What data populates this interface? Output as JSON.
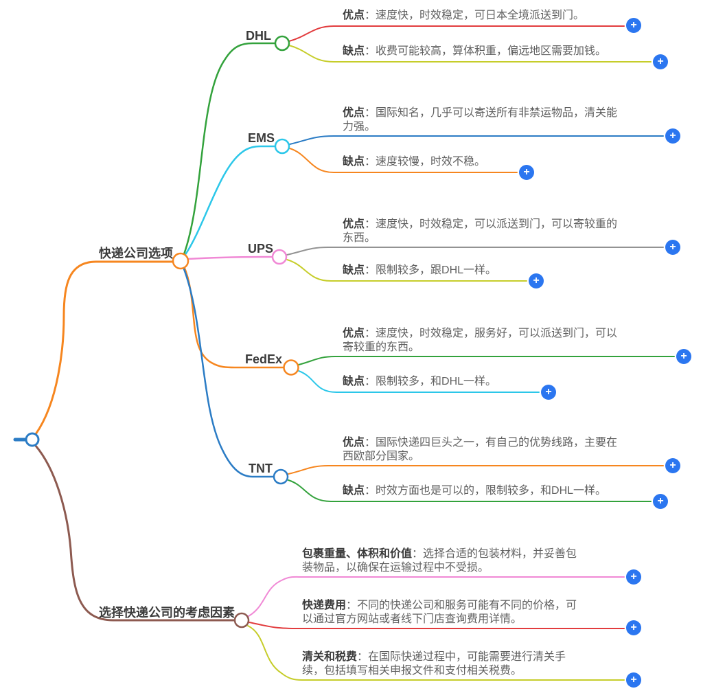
{
  "plus_glyph": "+",
  "palette": {
    "blue": "#2b7cc5",
    "plus_blue": "#2b76f0",
    "orange": "#f6861f",
    "brown": "#8d5a50",
    "green": "#33a23c",
    "cyan": "#2cc7e9",
    "pink": "#f088d5",
    "red": "#e23c3e",
    "olive": "#c6cd2a",
    "gray": "#939393",
    "label_text": "#3b3b3b",
    "desc_text": "#5f5f5f",
    "node_fill": "#ffffff"
  },
  "main_branches": [
    {
      "label": "快递公司选项",
      "companies": [
        {
          "name": "DHL",
          "pros": {
            "term": "优点",
            "desc": "：速度快，时效稳定，可日本全境派送到门。"
          },
          "cons": {
            "term": "缺点",
            "desc": "：收费可能较高，算体积重，偏远地区需要加钱。"
          }
        },
        {
          "name": "EMS",
          "pros": {
            "term": "优点",
            "desc": "：国际知名，几乎可以寄送所有非禁运物品，清关能力强。"
          },
          "cons": {
            "term": "缺点",
            "desc": "：速度较慢，时效不稳。"
          }
        },
        {
          "name": "UPS",
          "pros": {
            "term": "优点",
            "desc": "：速度快，时效稳定，可以派送到门，可以寄较重的东西。"
          },
          "cons": {
            "term": "缺点",
            "desc": "：限制较多，跟DHL一样。"
          }
        },
        {
          "name": "FedEx",
          "pros": {
            "term": "优点",
            "desc": "：速度快，时效稳定，服务好，可以派送到门，可以寄较重的东西。"
          },
          "cons": {
            "term": "缺点",
            "desc": "：限制较多，和DHL一样。"
          }
        },
        {
          "name": "TNT",
          "pros": {
            "term": "优点",
            "desc": "：国际快递四巨头之一，有自己的优势线路，主要在西欧部分国家。"
          },
          "cons": {
            "term": "缺点",
            "desc": "：时效方面也是可以的，限制较多，和DHL一样。"
          }
        }
      ]
    },
    {
      "label": "选择快递公司的考虑因素",
      "factors": [
        {
          "term": "包裹重量、体积和价值",
          "desc": "：选择合适的包装材料，并妥善包装物品，以确保在运输过程中不受损。"
        },
        {
          "term": "快递费用",
          "desc": "：不同的快递公司和服务可能有不同的价格，可以通过官方网站或者线下门店查询费用详情。"
        },
        {
          "term": "清关和税费",
          "desc": "：在国际快递过程中，可能需要进行清关手续，包括填写相关申报文件和支付相关税费。"
        }
      ]
    }
  ]
}
